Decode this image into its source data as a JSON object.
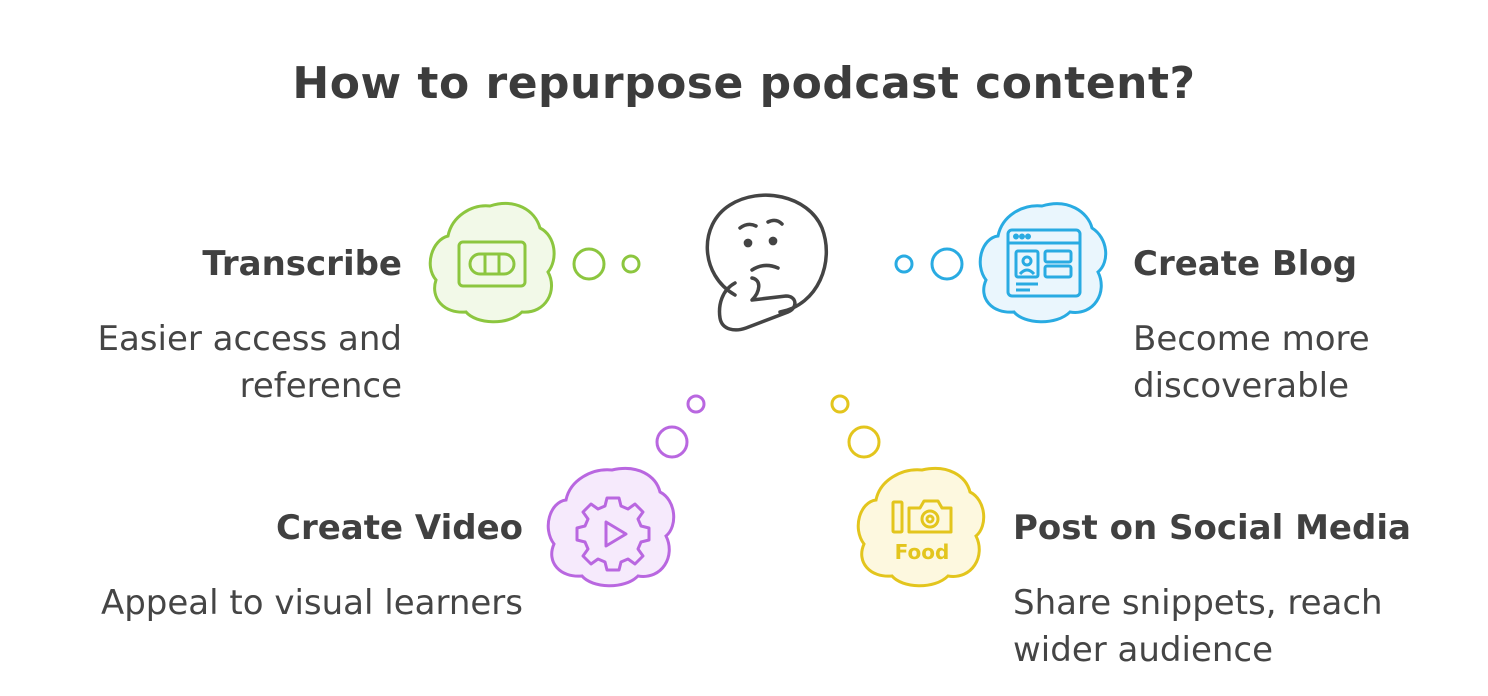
{
  "title": "How to repurpose podcast content?",
  "items": [
    {
      "heading": "Transcribe",
      "desc_line1": "Easier access and",
      "desc_line2": "reference",
      "icon": "cassette-icon",
      "color": "#8cc63f"
    },
    {
      "heading": "Create Blog",
      "desc_line1": "Become more",
      "desc_line2": "discoverable",
      "icon": "webpage-icon",
      "color": "#29abe2"
    },
    {
      "heading": "Create Video",
      "desc_line1": "Appeal to visual learners",
      "icon": "video-gear-icon",
      "color": "#b967e0"
    },
    {
      "heading": "Post on Social Media",
      "desc_line1": "Share snippets, reach",
      "desc_line2": "wider audience",
      "icon": "food-camera-icon",
      "icon_text": "Food",
      "color": "#e3c51d"
    }
  ],
  "center_icon": "thinking-face-icon"
}
